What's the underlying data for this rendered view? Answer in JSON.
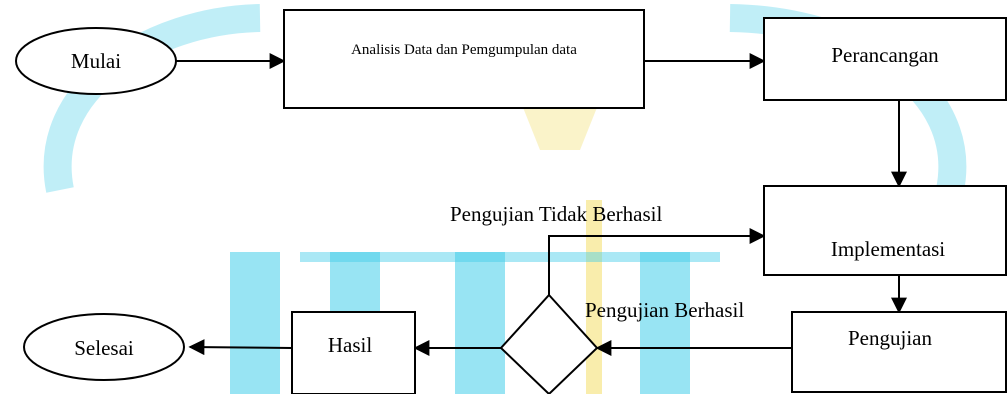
{
  "nodes": {
    "start": "Mulai",
    "analysis": "Analisis Data dan Pemgumpulan data",
    "design": "Perancangan",
    "implementation": "Implementasi",
    "testing": "Pengujian",
    "result": "Hasil",
    "end": "Selesai"
  },
  "edges": {
    "fail": "Pengujian Tidak Berhasil",
    "success": "Pengujian Berhasil"
  },
  "watermark": {
    "colors": [
      "#2ec8e6",
      "#f5e27a"
    ]
  }
}
